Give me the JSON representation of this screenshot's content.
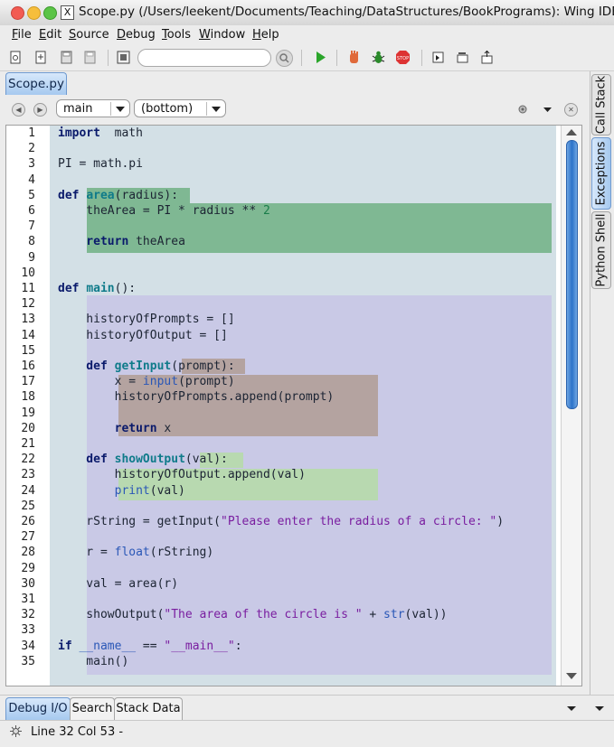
{
  "window": {
    "title": "Scope.py (/Users/leekent/Documents/Teaching/DataStructures/BookPrograms): Wing IDE"
  },
  "menu": [
    "File",
    "Edit",
    "Source",
    "Debug",
    "Tools",
    "Window",
    "Help"
  ],
  "toolbar": {
    "search_placeholder": ""
  },
  "editor_tab": "Scope.py",
  "nav": {
    "scope_combo": "main",
    "location_combo": "(bottom)"
  },
  "side_tabs": [
    "Call Stack",
    "Exceptions",
    "Python Shell"
  ],
  "bottom_tabs": [
    "Debug I/O",
    "Search",
    "Stack Data"
  ],
  "status": "Line 32 Col 53 -",
  "colors": {
    "scope_global": "#d3e0e6",
    "scope_area": "#7fb893",
    "scope_main": "#c9c9e6",
    "scope_getinput": "#b4a3a0",
    "scope_showoutput": "#b8d9b0"
  },
  "code": [
    {
      "n": "1",
      "t": [
        [
          "kw",
          "import"
        ],
        [
          "",
          "  math"
        ]
      ]
    },
    {
      "n": "2",
      "t": []
    },
    {
      "n": "3",
      "t": [
        [
          "",
          "PI = math.pi"
        ]
      ]
    },
    {
      "n": "4",
      "t": []
    },
    {
      "n": "5",
      "t": [
        [
          "kw",
          "def "
        ],
        [
          "fn",
          "area"
        ],
        [
          "",
          "(radius):"
        ]
      ]
    },
    {
      "n": "6",
      "t": [
        [
          "",
          "    theArea = PI * radius ** "
        ],
        [
          "num",
          "2"
        ]
      ]
    },
    {
      "n": "7",
      "t": []
    },
    {
      "n": "8",
      "t": [
        [
          "kw",
          "    return"
        ],
        [
          "",
          " theArea"
        ]
      ]
    },
    {
      "n": "9",
      "t": []
    },
    {
      "n": "10",
      "t": []
    },
    {
      "n": "11",
      "t": [
        [
          "kw",
          "def "
        ],
        [
          "fn",
          "main"
        ],
        [
          "",
          "():"
        ]
      ]
    },
    {
      "n": "12",
      "t": []
    },
    {
      "n": "13",
      "t": [
        [
          "",
          "    historyOfPrompts = []"
        ]
      ]
    },
    {
      "n": "14",
      "t": [
        [
          "",
          "    historyOfOutput = []"
        ]
      ]
    },
    {
      "n": "15",
      "t": []
    },
    {
      "n": "16",
      "t": [
        [
          "kw",
          "    def "
        ],
        [
          "fn",
          "getInput"
        ],
        [
          "",
          "(prompt):"
        ]
      ]
    },
    {
      "n": "17",
      "t": [
        [
          "",
          "        x = "
        ],
        [
          "bi",
          "input"
        ],
        [
          "",
          "(prompt)"
        ]
      ]
    },
    {
      "n": "18",
      "t": [
        [
          "",
          "        historyOfPrompts.append(prompt)"
        ]
      ]
    },
    {
      "n": "19",
      "t": []
    },
    {
      "n": "20",
      "t": [
        [
          "kw",
          "        return"
        ],
        [
          "",
          " x"
        ]
      ]
    },
    {
      "n": "21",
      "t": []
    },
    {
      "n": "22",
      "t": [
        [
          "kw",
          "    def "
        ],
        [
          "fn",
          "showOutput"
        ],
        [
          "",
          "(val):"
        ]
      ]
    },
    {
      "n": "23",
      "t": [
        [
          "",
          "        historyOfOutput.append(val)"
        ]
      ]
    },
    {
      "n": "24",
      "t": [
        [
          "bi",
          "        print"
        ],
        [
          "",
          "(val)"
        ]
      ]
    },
    {
      "n": "25",
      "t": []
    },
    {
      "n": "26",
      "t": [
        [
          "",
          "    rString = getInput("
        ],
        [
          "str",
          "\"Please enter the radius of a circle: \""
        ],
        [
          "",
          ")"
        ]
      ]
    },
    {
      "n": "27",
      "t": []
    },
    {
      "n": "28",
      "t": [
        [
          "",
          "    r = "
        ],
        [
          "bi",
          "float"
        ],
        [
          "",
          "(rString)"
        ]
      ]
    },
    {
      "n": "29",
      "t": []
    },
    {
      "n": "30",
      "t": [
        [
          "",
          "    val = area(r)"
        ]
      ]
    },
    {
      "n": "31",
      "t": []
    },
    {
      "n": "32",
      "t": [
        [
          "",
          "    showOutput("
        ],
        [
          "str",
          "\"The area of the circle is \""
        ],
        [
          "",
          " + "
        ],
        [
          "bi",
          "str"
        ],
        [
          "",
          "(val))"
        ]
      ]
    },
    {
      "n": "33",
      "t": []
    },
    {
      "n": "34",
      "t": [
        [
          "kw",
          "if "
        ],
        [
          "bi",
          "__name__"
        ],
        [
          "",
          " == "
        ],
        [
          "str",
          "\"__main__\""
        ],
        [
          "",
          ":"
        ]
      ]
    },
    {
      "n": "35",
      "t": [
        [
          "",
          "    main()"
        ]
      ]
    }
  ]
}
